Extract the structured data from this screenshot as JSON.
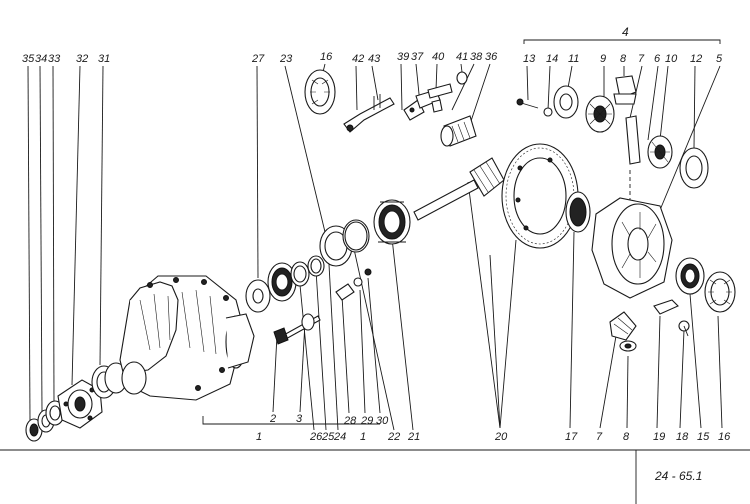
{
  "drawing_code": "24 - 65.1",
  "labels": {
    "p35": "35",
    "p34": "34",
    "p33": "33",
    "p32": "32",
    "p31": "31",
    "p27": "27",
    "p23": "23",
    "p16": "16",
    "p42": "42",
    "p43": "43",
    "p39": "39",
    "p37": "37",
    "p40": "40",
    "p41": "41",
    "p38": "38",
    "p36": "36",
    "p4": "4",
    "p13": "13",
    "p14": "14",
    "p11": "11",
    "p9": "9",
    "p8": "8",
    "p7": "7",
    "p6": "6",
    "p10": "10",
    "p12": "12",
    "p5": "5",
    "b2": "2",
    "b3": "3",
    "b26": "26",
    "b25": "25",
    "b24": "24",
    "b28": "28",
    "b29": "29",
    "b30": "30",
    "b1": "1",
    "b22": "22",
    "b21": "21",
    "b20": "20",
    "b17": "17",
    "b7": "7",
    "b8": "8",
    "b19": "19",
    "b18": "18",
    "b15": "15",
    "b16": "16",
    "g1": "1"
  }
}
